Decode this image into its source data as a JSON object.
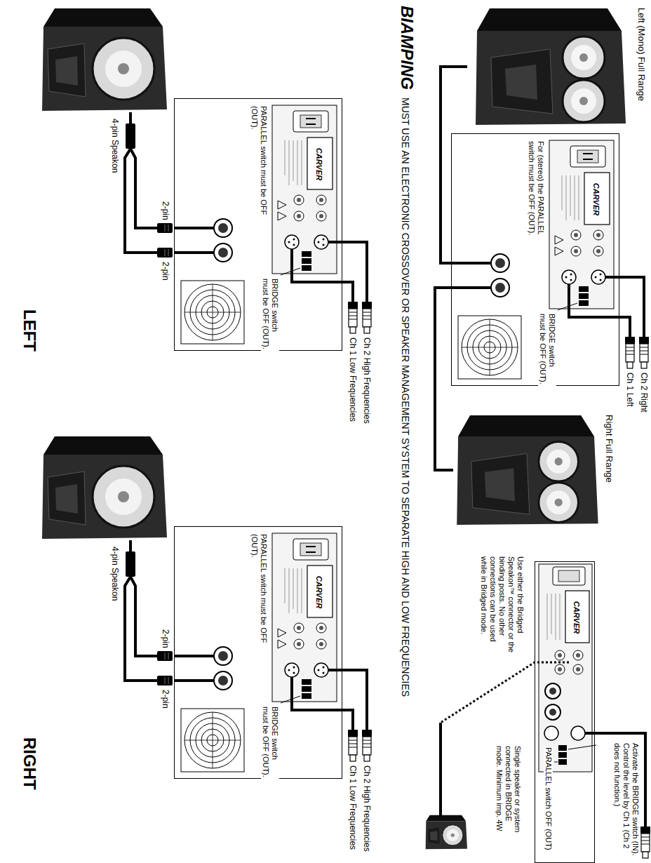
{
  "diagram": {
    "title": "BIAMPING",
    "nodes": [
      {
        "text": [
          "Left (Mono) Full Range"
        ]
      },
      {
        "text": [
          "CARVER"
        ]
      },
      {
        "text": [
          "Right Full Range"
        ]
      },
      {
        "text": [
          "CARVER"
        ]
      },
      {
        "text": [
          "CARVER"
        ]
      },
      {
        "text": [
          "CARVER"
        ]
      }
    ],
    "edges": [
      {
        "from": 1,
        "to": 0,
        "arrow": "none"
      },
      {
        "from": 1,
        "to": 2,
        "arrow": "none"
      }
    ],
    "labels": [
      "Ch 2 Right",
      "Ch 1 Left",
      "Activate the BRIDGE switch (IN). Control the level by Ch 1 (Ch 2 does not function.)",
      "For (stereo) the PARALLEL switch must be OFF (OUT).",
      "BRIDGE switch must be OFF (OUT).",
      "PARALLEL switch OFF (OUT)",
      "Use either the Bridged Speakon™ connector or the binding posts. No other connections can be used while in Bridged mode.",
      "Single speaker or system connected in BRIDGE mode. Minimum imp. 4W",
      "MUST USE AN ELECTRONIC CROSSOVER OR SPEAKER MANAGEMENT SYSTEM TO SEPARATE HIGH AND LOW FREQUENCIES",
      "Ch 2 High Frequencies",
      "Ch 1 Low Frequencies",
      "PARALLEL switch must be OFF (OUT).",
      "BRIDGE switch must be OFF (OUT).",
      "2-pin",
      "2-pin",
      "4-pin Speakon",
      "LEFT",
      "Ch 2 High Frequencies",
      "Ch 1 Low Frequencies",
      "PARALLEL switch must be OFF (OUT).",
      "BRIDGE switch must be OFF (OUT).",
      "2-pin",
      "2-pin",
      "4-pin Speakon",
      "RIGHT"
    ]
  }
}
